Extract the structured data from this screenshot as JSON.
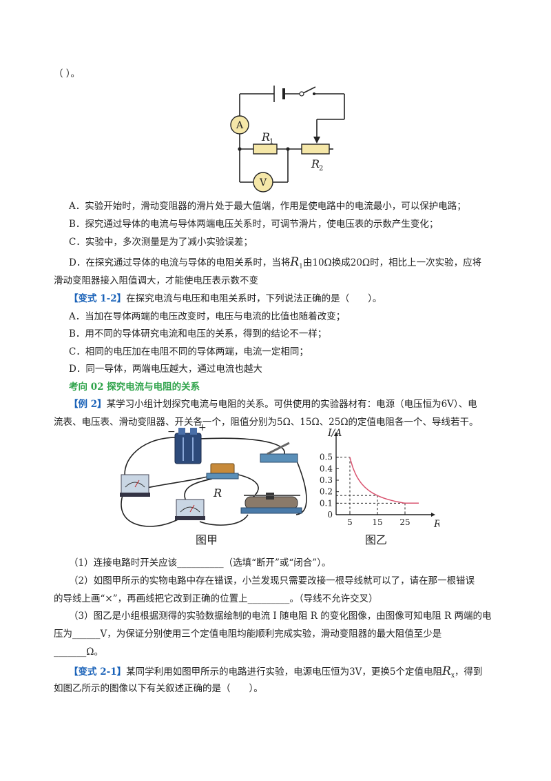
{
  "top_bracket": "（  ）。",
  "circuit1": {
    "ammeter": "A",
    "voltmeter": "V",
    "r1": "R",
    "r1_sub": "1",
    "r2": "R",
    "r2_sub": "2"
  },
  "q1": {
    "a": "A．实验开始时，滑动变阻器的滑片处于最大值端，作用是使电路中的电流最小，可以保护电路；",
    "b": "B．探究通过导体的电流与导体两端电压关系时，可调节滑片，使电压表的示数产生变化；",
    "c": "C．实验中，多次测量是为了减小实验误差；",
    "d1_a": "D．在探究通过导体的电流与导体的电阻关系时，当将",
    "d1_r": "R",
    "d1_sub": "1",
    "d1_b": "由10Ω换成20Ω时，相比上一次实验，应将",
    "d2": "滑动变阻器接入阻值调大，才能使电压表示数不变"
  },
  "v12": {
    "tag": "【变式 1-2】",
    "stem": "在探究电流与电压和电阻关系时，下列说法正确的是（　　）。",
    "a": "A．当加在导体两端的电压改变时，电压与电流的比值也随着改变；",
    "b": "B．用不同的导体研究电流和电压的关系，得到的结论不一样；",
    "c": "C．相同的电压加在电阻不同的导体两端，电流一定相同；",
    "d": "D．同一导体，两端电压越大，通过电流也越大"
  },
  "section": "考向 02  探究电流与电阻的关系",
  "ex2": {
    "tag": "【例 2】",
    "line1": "某学习小组计划探究电流与电阻的关系。可供使用的实验器材有：电源（电压恒为6V）、电",
    "line2": "流表、电压表、滑动变阻器、开关各一个，阻值分别为5Ω、15Ω、25Ω的定值电阻各一个、导线若干。",
    "fig_left_caption": "图甲",
    "fig_right_caption": "图乙",
    "fig_left_r": "R",
    "fig_left_minus": "−",
    "fig_left_plus": "+",
    "q1": "（1）连接电路时开关应该__________（选填“断开”或“闭合”）。",
    "q2a": "（2）如图甲所示的实物电路中存在错误，小兰发现只需要改接一根导线就可以了，请在那一根错误",
    "q2b": "的导线上画“×”，再画线把它改到正确的位置上_________。（导线不允许交叉）",
    "q3a": "（3）图乙是小组根据测得的实验数据绘制的电流 I 随电阻 R 的变化图像，由图像可知电阻 R 两端的电",
    "q3b": "压为______V，为保证分别使用三个定值电阻均能顺利完成实验，滑动变阻器的最大阻值至少是",
    "q3c": "_______Ω。"
  },
  "chart_data": {
    "type": "line",
    "xlabel": "R/Ω",
    "ylabel": "I/A",
    "x_ticks": [
      "5",
      "15",
      "25"
    ],
    "y_ticks": [
      "0",
      "0.1",
      "0.2",
      "0.3",
      "0.4",
      "0.5"
    ],
    "series": [
      {
        "x": [
          5,
          7.5,
          10,
          15,
          20,
          25,
          30
        ],
        "y": [
          0.5,
          0.333,
          0.25,
          0.167,
          0.125,
          0.1,
          0.1
        ]
      }
    ],
    "markers": [
      {
        "x": 5,
        "y": 0.5
      },
      {
        "x": 15,
        "y": 0.167
      },
      {
        "x": 25,
        "y": 0.1
      }
    ],
    "xlim": [
      0,
      32
    ],
    "ylim": [
      0,
      0.6
    ],
    "curve_color": "#d9536f"
  },
  "v21": {
    "tag": "【变式 2-1】",
    "line1": "某同学利用如图甲所示的电路进行实验，电源电压恒为3V，更换5个定值电阻",
    "rx": "R",
    "rx_sub": "x",
    "line1b": "，得到",
    "line2": "如图乙所示的图像以下有关叙述正确的是（　　）。"
  }
}
